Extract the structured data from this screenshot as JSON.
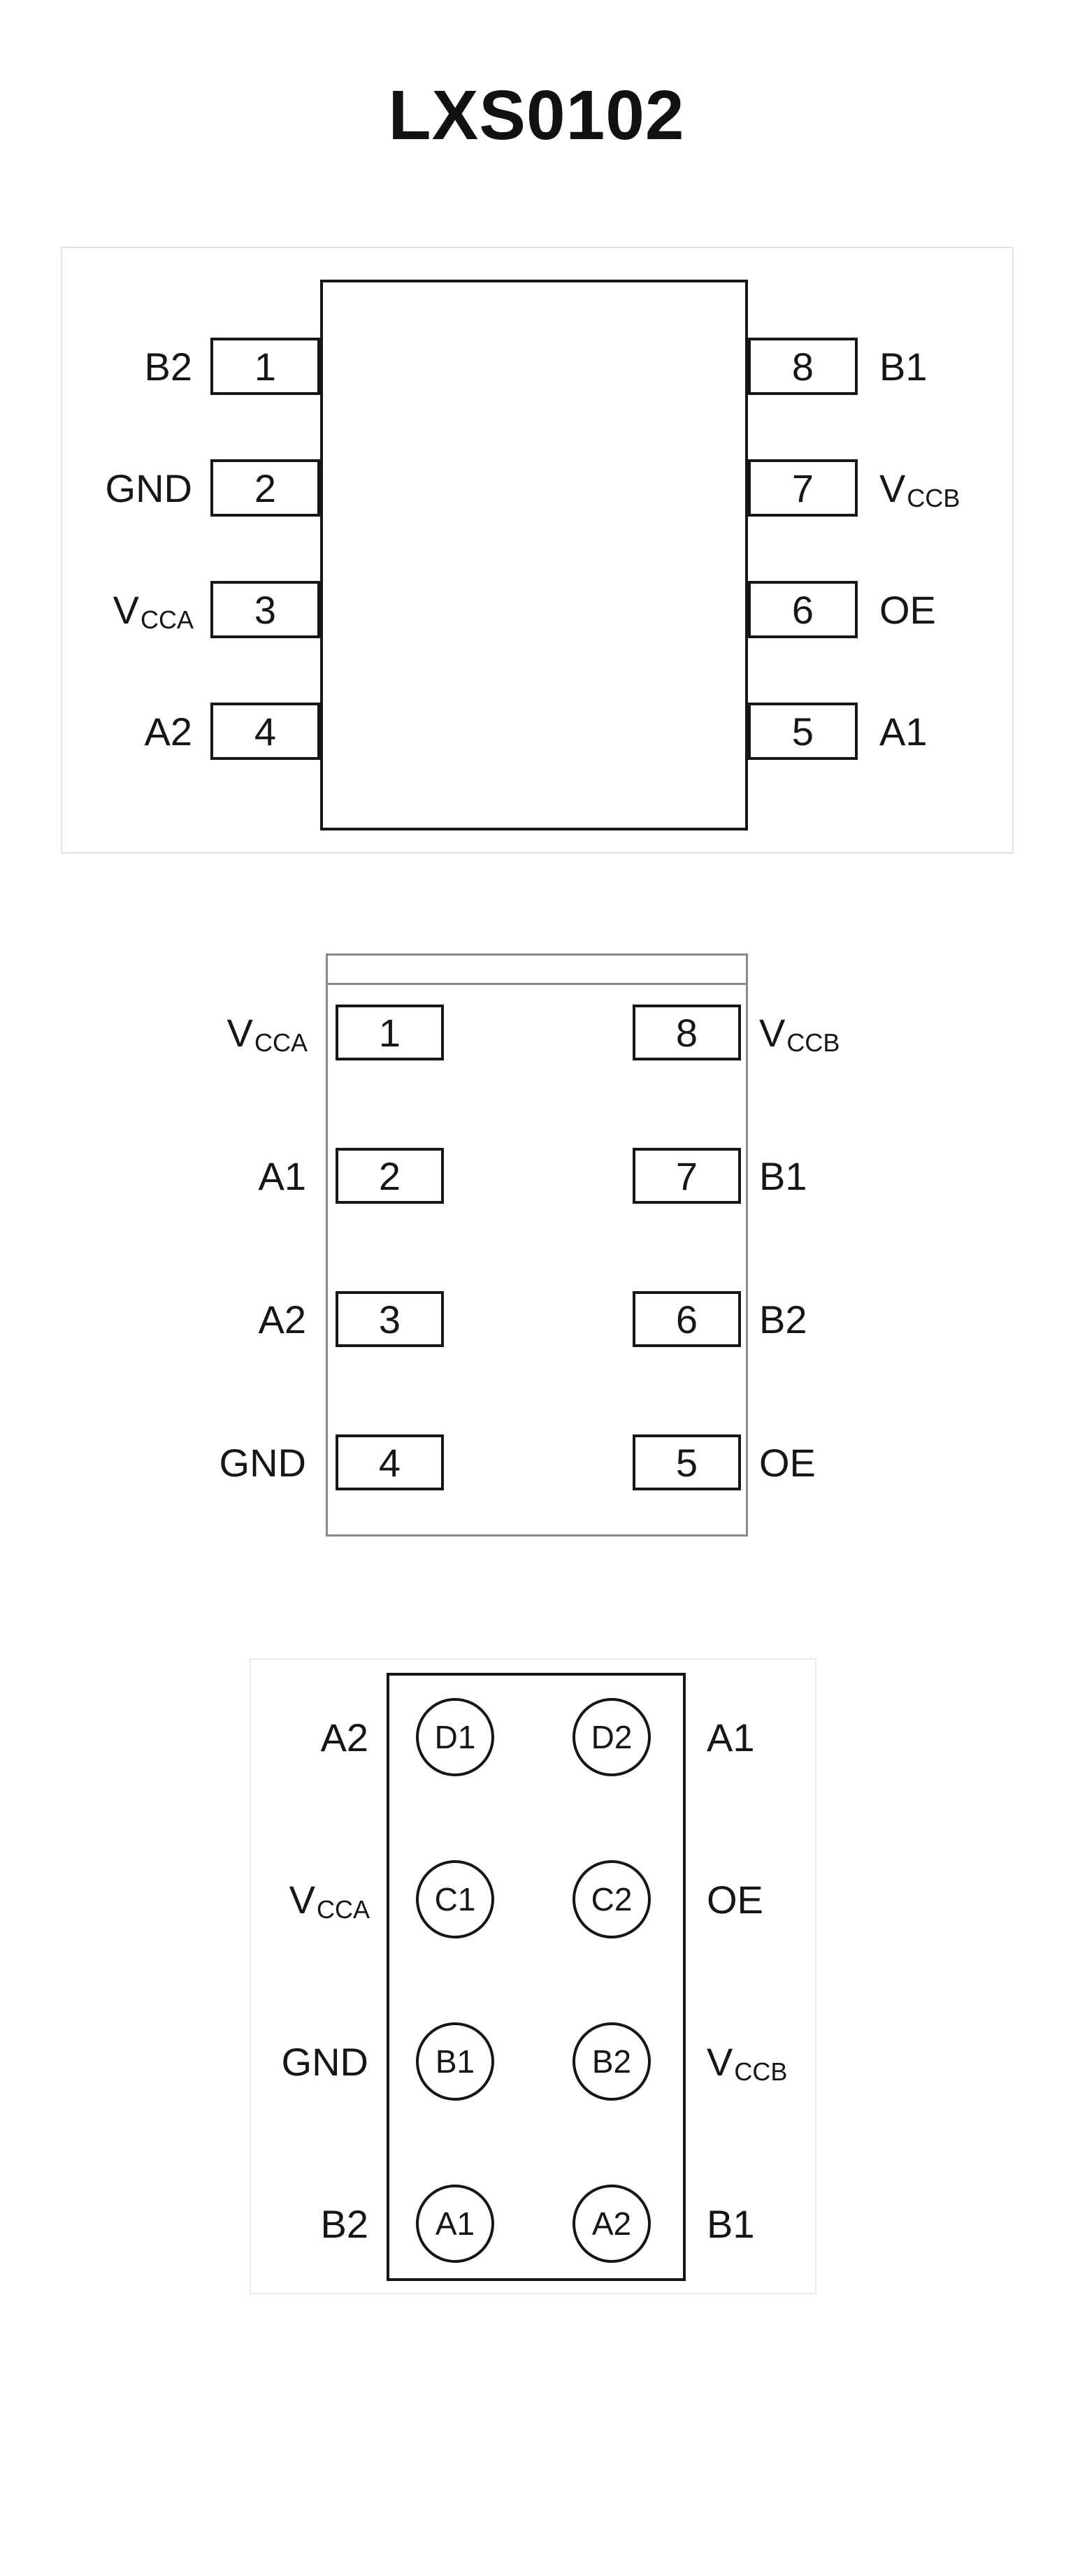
{
  "title": "LXS0102",
  "diagram1": {
    "left_pins": [
      {
        "num": "1",
        "label": "B2",
        "sub": ""
      },
      {
        "num": "2",
        "label": "GND",
        "sub": ""
      },
      {
        "num": "3",
        "label": "V",
        "sub": "CCA"
      },
      {
        "num": "4",
        "label": "A2",
        "sub": ""
      }
    ],
    "right_pins": [
      {
        "num": "8",
        "label": "B1",
        "sub": ""
      },
      {
        "num": "7",
        "label": "V",
        "sub": "CCB"
      },
      {
        "num": "6",
        "label": "OE",
        "sub": ""
      },
      {
        "num": "5",
        "label": "A1",
        "sub": ""
      }
    ]
  },
  "diagram2": {
    "left_pins": [
      {
        "num": "1",
        "label": "V",
        "sub": "CCA"
      },
      {
        "num": "2",
        "label": "A1",
        "sub": ""
      },
      {
        "num": "3",
        "label": "A2",
        "sub": ""
      },
      {
        "num": "4",
        "label": "GND",
        "sub": ""
      }
    ],
    "right_pins": [
      {
        "num": "8",
        "label": "V",
        "sub": "CCB"
      },
      {
        "num": "7",
        "label": "B1",
        "sub": ""
      },
      {
        "num": "6",
        "label": "B2",
        "sub": ""
      },
      {
        "num": "5",
        "label": "OE",
        "sub": ""
      }
    ]
  },
  "diagram3": {
    "rows": [
      {
        "left": "A2",
        "left_sub": "",
        "b1": "D1",
        "b2": "D2",
        "right": "A1",
        "right_sub": ""
      },
      {
        "left": "V",
        "left_sub": "CCA",
        "b1": "C1",
        "b2": "C2",
        "right": "OE",
        "right_sub": ""
      },
      {
        "left": "GND",
        "left_sub": "",
        "b1": "B1",
        "b2": "B2",
        "right": "V",
        "right_sub": "CCB"
      },
      {
        "left": "B2",
        "left_sub": "",
        "b1": "A1",
        "b2": "A2",
        "right": "B1",
        "right_sub": ""
      }
    ]
  }
}
